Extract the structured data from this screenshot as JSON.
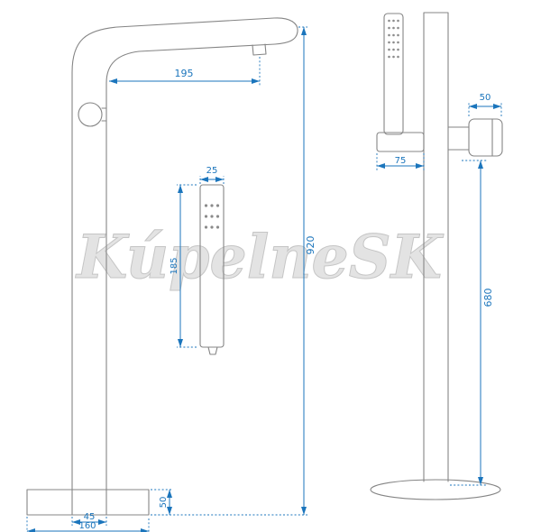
{
  "watermark": {
    "text": "KúpelneSK"
  },
  "drawing": {
    "subject": "freestanding-bath-mixer-technical-drawing",
    "views": [
      "front",
      "side"
    ]
  },
  "dimensions": {
    "front": {
      "spout_reach": "195",
      "overall_height": "920",
      "handshower_width": "25",
      "handshower_length": "185",
      "base_inner_width": "45",
      "base_width": "160",
      "base_height": "50"
    },
    "side": {
      "handshower_offset": "75",
      "spout_width": "50",
      "spout_height_from_floor": "680"
    }
  },
  "colors": {
    "dimension_blue": "#1b75bc",
    "outline_gray": "#858585",
    "watermark_gray": "#d8d8d8"
  }
}
